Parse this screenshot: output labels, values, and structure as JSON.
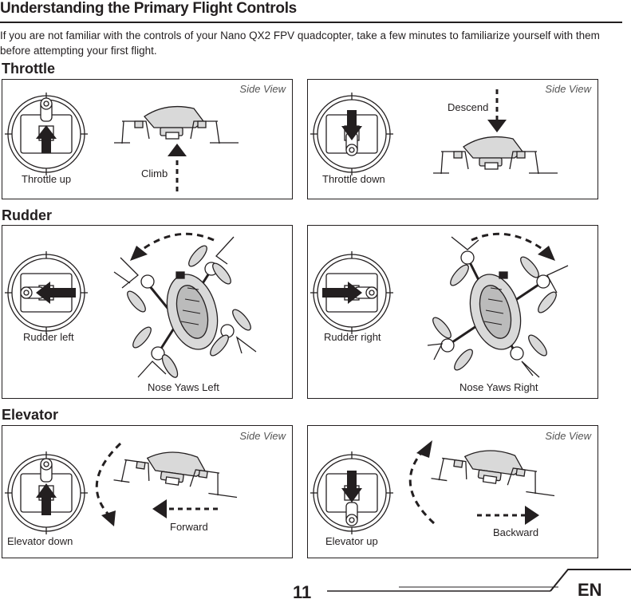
{
  "header": {
    "title": "Understanding the Primary Flight Controls",
    "intro": "If you are not familiar with the controls of your Nano QX2 FPV quadcopter, take a few minutes to familiarize yourself with them before attempting your first flight."
  },
  "sections": {
    "throttle": {
      "heading": "Throttle",
      "left": {
        "side_view": "Side View",
        "stick_label": "Throttle up",
        "action_label": "Climb"
      },
      "right": {
        "side_view": "Side View",
        "stick_label": "Throttle down",
        "action_label": "Descend"
      }
    },
    "rudder": {
      "heading": "Rudder",
      "left": {
        "stick_label": "Rudder left",
        "action_label": "Nose Yaws Left"
      },
      "right": {
        "stick_label": "Rudder right",
        "action_label": "Nose Yaws Right"
      }
    },
    "elevator": {
      "heading": "Elevator",
      "left": {
        "side_view": "Side View",
        "stick_label": "Elevator down",
        "action_label": "Forward"
      },
      "right": {
        "side_view": "Side View",
        "stick_label": "Elevator up",
        "action_label": "Backward"
      }
    }
  },
  "footer": {
    "page_number": "11",
    "language": "EN"
  },
  "colors": {
    "ink": "#231f20",
    "drone_fill": "#d9d9d9",
    "paper": "#ffffff"
  }
}
